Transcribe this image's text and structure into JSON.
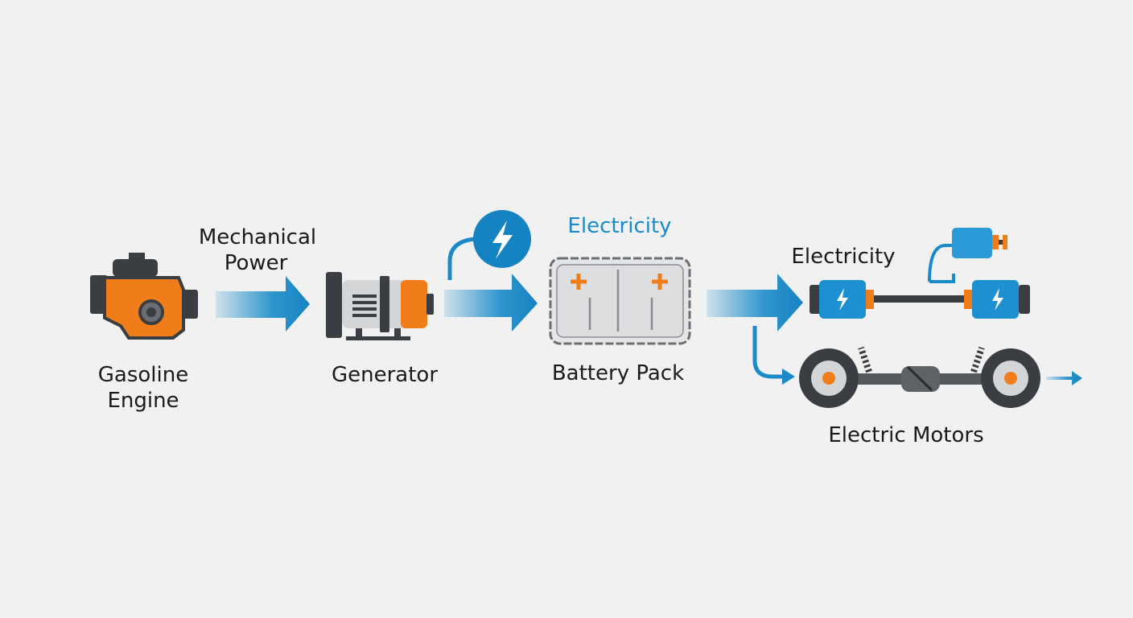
{
  "labels": {
    "engine": [
      "Gasoline",
      "Engine"
    ],
    "mechanical_power": [
      "Mechanical",
      "Power"
    ],
    "generator": "Generator",
    "electricity_top": "Electricity",
    "battery": "Battery Pack",
    "electricity_right": "Electricity",
    "motors": "Electric Motors"
  },
  "colors": {
    "background": "#f1f1f1",
    "accent_blue": "#1a8bc8",
    "accent_orange": "#f07d1a",
    "dark": "#3a3d42"
  },
  "icons": [
    "engine-icon",
    "generator-icon",
    "lightning-bolt-icon",
    "battery-icon",
    "electric-motor-icon",
    "wheel-axle-icon"
  ]
}
